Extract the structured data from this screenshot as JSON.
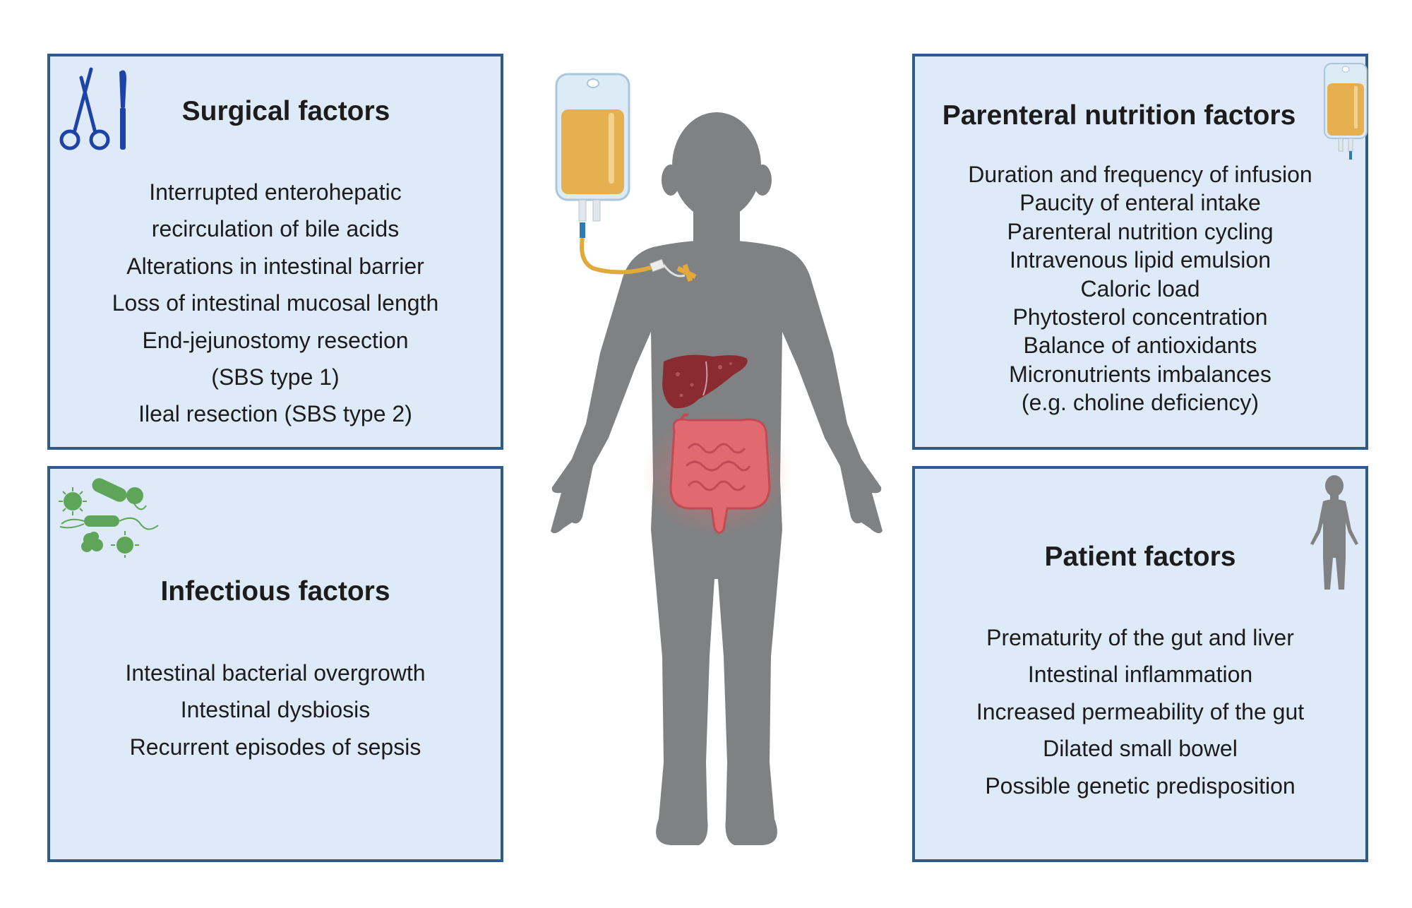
{
  "panels": {
    "surgical": {
      "title": "Surgical factors",
      "items": [
        "Interrupted enterohepatic",
        "recirculation of bile acids",
        "Alterations in intestinal barrier",
        "Loss of intestinal mucosal length",
        "End-jejunostomy resection",
        "(SBS type 1)",
        "Ileal resection (SBS type 2)"
      ]
    },
    "infectious": {
      "title": "Infectious factors",
      "items": [
        "Intestinal bacterial overgrowth",
        "Intestinal dysbiosis",
        "Recurrent episodes of sepsis"
      ]
    },
    "parenteral": {
      "title": "Parenteral nutrition factors",
      "items": [
        "Duration and frequency of infusion",
        "Paucity of enteral intake",
        "Parenteral nutrition cycling",
        "Intravenous lipid emulsion",
        "Caloric load",
        "Phytosterol concentration",
        "Balance of antioxidants",
        "Micronutrients imbalances",
        "(e.g. choline deficiency)"
      ]
    },
    "patient": {
      "title": "Patient factors",
      "items": [
        "Prematurity of the gut and liver",
        "Intestinal inflammation",
        "Increased permeability of the gut",
        "Dilated small bowel",
        "Possible genetic predisposition"
      ]
    }
  },
  "icons": {
    "surgical": "scissors-scalpel-icon",
    "infectious": "bacteria-virus-icon",
    "parenteral": "iv-bag-icon",
    "patient": "child-silhouette-icon",
    "center": [
      "child-body-silhouette",
      "iv-bag-catheter",
      "liver",
      "intestines"
    ]
  },
  "colors": {
    "panel_fill": "#deeaf8",
    "panel_border": "#2f5b8c",
    "silhouette": "#7f8183",
    "liver": "#8a2b32",
    "intestine": "#e06a70",
    "iv_fluid": "#e6b050",
    "microbe": "#5ea55a"
  }
}
